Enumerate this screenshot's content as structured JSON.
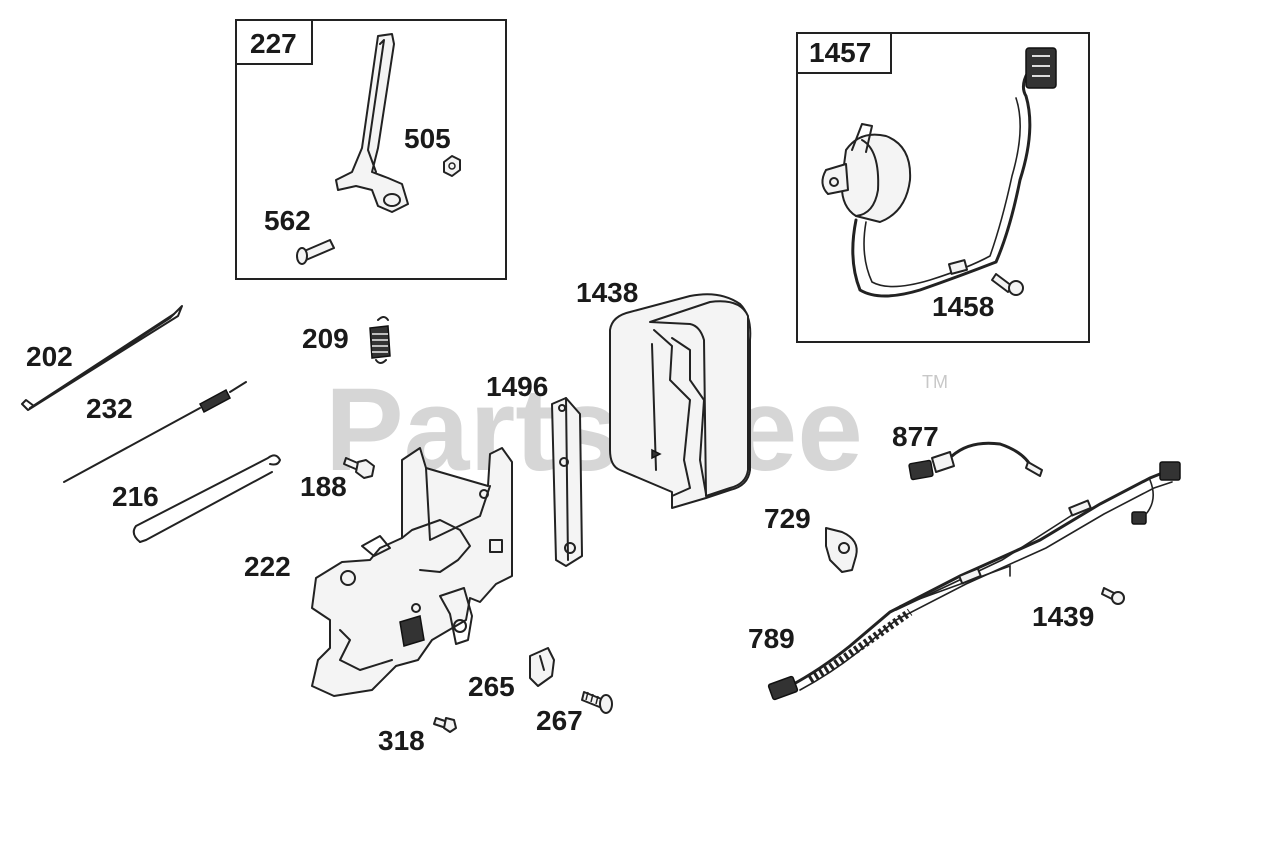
{
  "watermark": {
    "text": "PartsTree",
    "trademark": "TM"
  },
  "boxes": {
    "box_227": {
      "label": "227"
    },
    "box_1457": {
      "label": "1457"
    }
  },
  "callouts": {
    "c505": "505",
    "c562": "562",
    "c1458": "1458",
    "c1438": "1438",
    "c202": "202",
    "c209": "209",
    "c232": "232",
    "c1496": "1496",
    "c188": "188",
    "c216": "216",
    "c877": "877",
    "c729": "729",
    "c222": "222",
    "c1439": "1439",
    "c789": "789",
    "c265": "265",
    "c267": "267",
    "c318": "318"
  }
}
